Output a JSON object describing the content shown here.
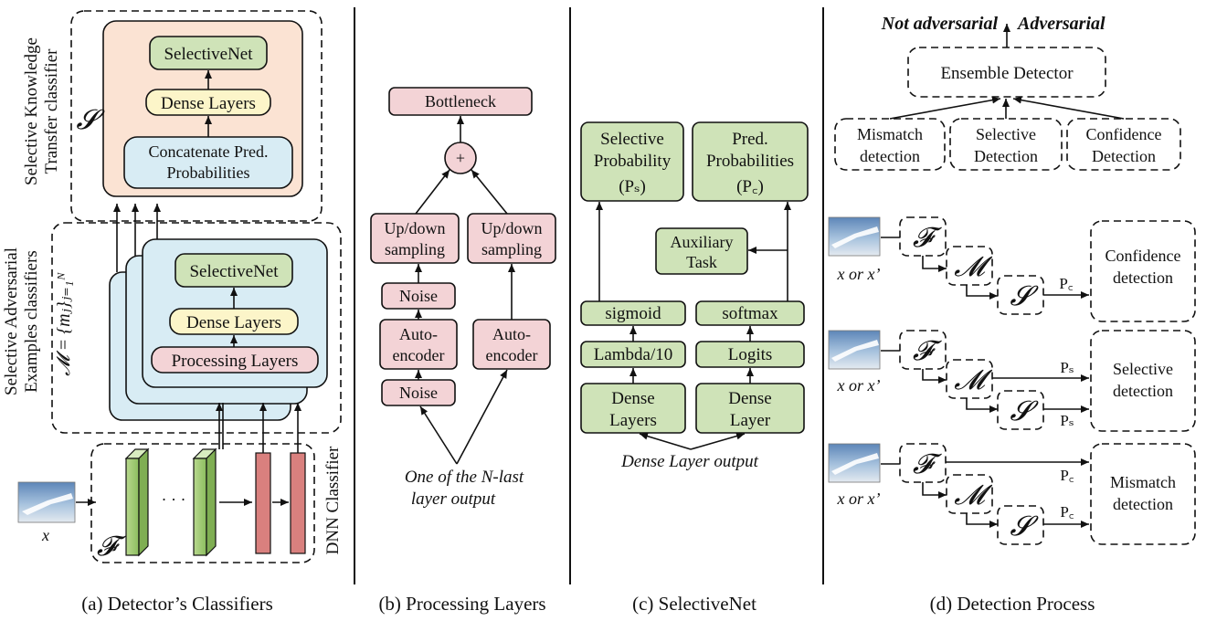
{
  "panel_a": {
    "s_title": "Selective Knowledge Transfer classifier",
    "s_title_line1": "Selective Knowledge",
    "s_title_line2": "Transfer classifier",
    "s_symbol": "𝓢",
    "s_selectivenet": "SelectiveNet",
    "s_dense": "Dense Layers",
    "s_concat_line1": "Concatenate Pred.",
    "s_concat_line2": "Probabilities",
    "m_title_line1": "Selective Adversarial",
    "m_title_line2": "Examples classifiers",
    "m_symbol": "𝓜 = {mⱼ}ⱼ₌₁ᴺ",
    "m_selectivenet": "SelectiveNet",
    "m_dense": "Dense Layers",
    "m_processing": "Processing Layers",
    "dnn_label": "DNN Classifier",
    "f_symbol": "𝓕",
    "input_label": "x",
    "dots": "· · ·",
    "caption": "(a) Detector’s Classifiers"
  },
  "panel_b": {
    "bottleneck": "Bottleneck",
    "plus": "+",
    "updown_left_line1": "Up/down",
    "updown_left_line2": "sampling",
    "updown_right_line1": "Up/down",
    "updown_right_line2": "sampling",
    "noise_top": "Noise",
    "ae_left_line1": "Auto-",
    "ae_left_line2": "encoder",
    "ae_right_line1": "Auto-",
    "ae_right_line2": "encoder",
    "noise_bottom": "Noise",
    "input_line1": "One of the N-last",
    "input_line2": "layer output",
    "caption": "(b) Processing Layers"
  },
  "panel_c": {
    "sel_prob_line1": "Selective",
    "sel_prob_line2": "Probability",
    "sel_prob_line3": "(Pₛ)",
    "pred_prob_line1": "Pred.",
    "pred_prob_line2": "Probabilities",
    "pred_prob_line3": "(P꜀)",
    "aux_line1": "Auxiliary",
    "aux_line2": "Task",
    "sigmoid": "sigmoid",
    "softmax": "softmax",
    "lambda": "Lambda/10",
    "logits": "Logits",
    "dense_left_line1": "Dense",
    "dense_left_line2": "Layers",
    "dense_right_line1": "Dense",
    "dense_right_line2": "Layer",
    "input": "Dense Layer output",
    "caption": "(c) SelectiveNet"
  },
  "panel_d": {
    "not_adv": "Not adversarial",
    "adv": "Adversarial",
    "ensemble": "Ensemble Detector",
    "mismatch_line1": "Mismatch",
    "mismatch_line2": "detection",
    "selective_line1": "Selective",
    "selective_line2": "Detection",
    "confidence_line1": "Confidence",
    "confidence_line2": "Detection",
    "row_input": "x or x’",
    "f": "𝓕",
    "m": "𝓜",
    "s": "𝓢",
    "pc": "P꜀",
    "ps": "Pₛ",
    "row1_out_line1": "Confidence",
    "row1_out_line2": "detection",
    "row2_out_line1": "Selective",
    "row2_out_line2": "detection",
    "row3_out_line1": "Mismatch",
    "row3_out_line2": "detection",
    "caption": "(d) Detection Process",
    "colors": {
      "not_adv": "#7a9a3a",
      "adv": "#e3a29a"
    }
  }
}
